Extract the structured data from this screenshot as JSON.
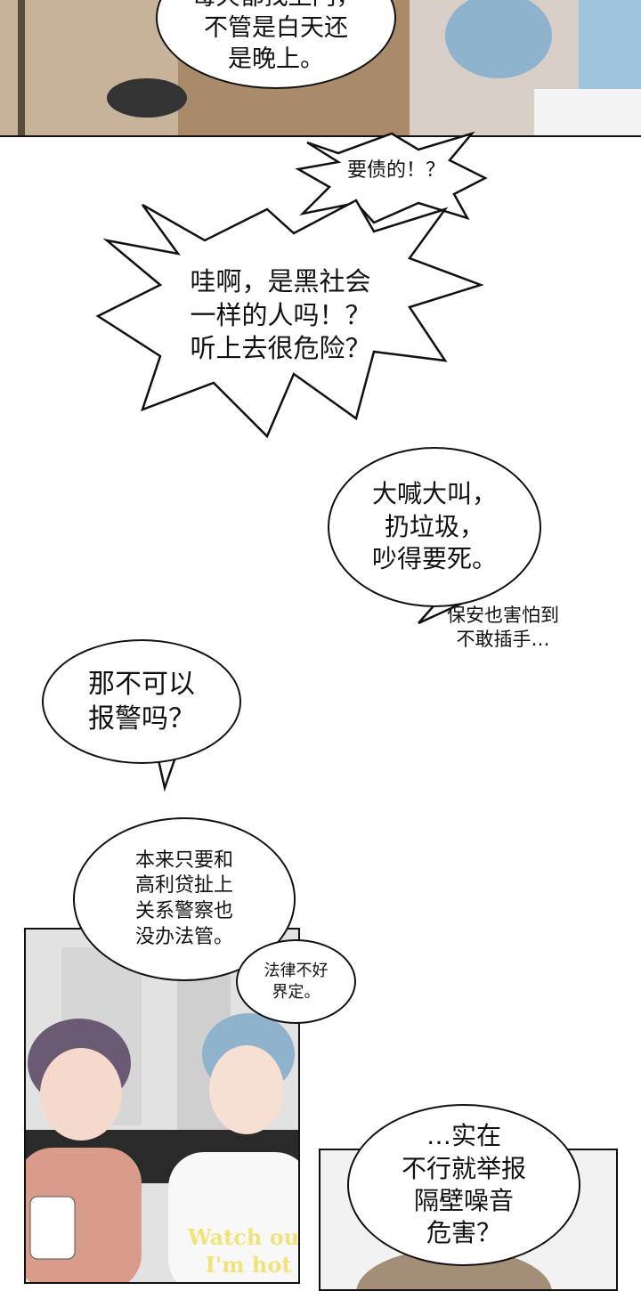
{
  "dialogue": {
    "top": "每天都找上门，\n不管是白天还\n是晚上。",
    "debt": "要债的！？",
    "gangster": "哇啊，是黑社会\n一样的人吗！？\n听上去很危险？",
    "shout": "大喊大叫，\n扔垃圾，\n吵得要死。",
    "security": "保安也害怕到\n不敢插手…",
    "police": "那不可以\n报警吗？",
    "loan": "本来只要和\n高利贷扯上\n关系警察也\n没办法管。",
    "law": "法律不好\n界定。",
    "report": "…实在\n不行就举报\n隔壁噪音\n危害？"
  },
  "shirt_text": "Watch out\nI'm hot",
  "colors": {
    "ink": "#111111",
    "panel_bg": "#b89a78",
    "hair_blue": "#8fb3cc",
    "hair_purple": "#6b5a73",
    "sweater": "#d99b8a",
    "shirt_text": "#f2e27a"
  }
}
